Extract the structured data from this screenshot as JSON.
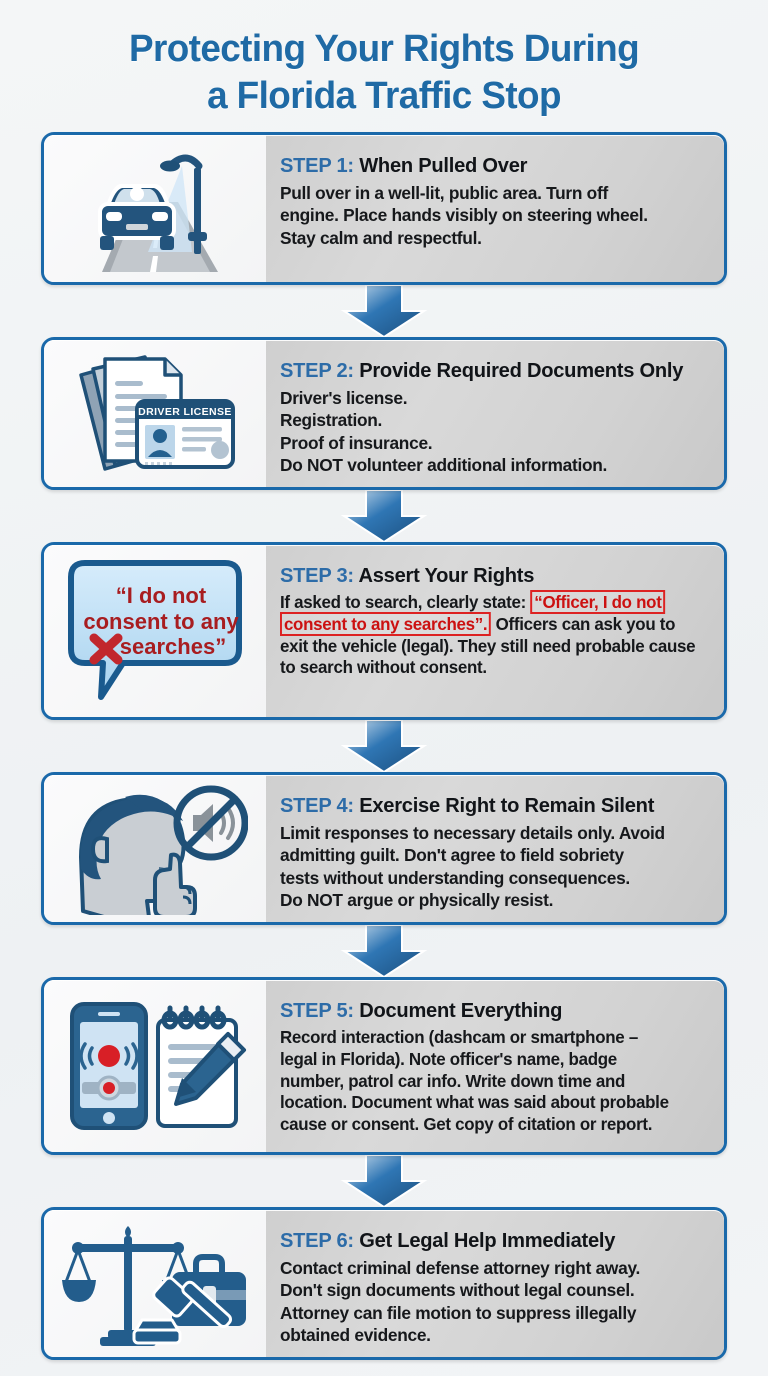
{
  "title": {
    "line1": "Protecting Your Rights During",
    "line2": "a Florida Traffic Stop",
    "color": "#1f6aa5"
  },
  "theme": {
    "border_blue": "#1a69aa",
    "step_label_blue": "#2d6ca8",
    "icon_dark_blue": "#1f5077",
    "accent_red": "#cc1111",
    "page_background": "#f2f4f6",
    "text_panel_grey": "#d5d5d5"
  },
  "steps": [
    {
      "label": "STEP 1:",
      "title": "When Pulled Over",
      "icon": "car-streetlight-road-icon",
      "body_text": "Pull over in a well-lit, public area. Turn off engine. Place hands visibly on steering wheel. Stay calm and respectful.",
      "body_lines": [
        "Pull over in a well-lit, public area. Turn off",
        "engine. Place hands visibly on steering wheel.",
        "Stay calm and respectful."
      ]
    },
    {
      "label": "STEP 2:",
      "title": "Provide Required Documents Only",
      "icon": "documents-driver-license-icon",
      "license_card_text": "DRIVER LICENSE",
      "body_text": "Driver's license. Registration. Proof of insurance. Do NOT volunteer additional information.",
      "body_lines": [
        "Driver's license.",
        "Registration.",
        "Proof of insurance.",
        "Do NOT volunteer additional information."
      ]
    },
    {
      "label": "STEP 3:",
      "title": "Assert Your Rights",
      "icon": "speech-bubble-no-consent-icon",
      "bubble_lines": [
        "“I do not",
        "consent to any",
        "searches”"
      ],
      "bubble_mark": "✖",
      "body_prefix": "If asked to search, clearly state: ",
      "body_highlight": "“Officer, I do not consent to any searches”.",
      "body_suffix": " Officers can ask you to exit the vehicle (legal). They still need probable cause to search without consent."
    },
    {
      "label": "STEP 4:",
      "title": "Exercise Right to Remain Silent",
      "icon": "silent-head-mute-icon",
      "body_text": "Limit responses to necessary details only. Avoid admitting guilt. Don't agree to field sobriety tests without understanding consequences. Do NOT argue or physically resist.",
      "body_lines": [
        "Limit responses to necessary details only. Avoid",
        "admitting guilt. Don't agree to field sobriety",
        "tests without understanding consequences.",
        "Do NOT argue or physically resist."
      ]
    },
    {
      "label": "STEP 5:",
      "title": "Document Everything",
      "icon": "smartphone-recording-notepad-icon",
      "body_text": "Record interaction (dashcam or smartphone - legal in Florida). Note officer's name, badge number, patrol car info. Write down time and location. Document what was said about probable cause or consent. Get copy of citation or report.",
      "body_lines": [
        "Record interaction (dashcam or smartphone –",
        "legal in Florida). Note officer's name, badge",
        "number, patrol car info. Write down time and",
        "location. Document what was said about probable",
        "cause or consent. Get copy of citation or report."
      ]
    },
    {
      "label": "STEP 6:",
      "title": "Get Legal Help Immediately",
      "icon": "scales-gavel-briefcase-icon",
      "body_text": "Contact criminal defense attorney right away. Don't sign documents without legal counsel. Attorney can file motion to suppress illegally obtained evidence.",
      "body_lines": [
        "Contact criminal defense attorney right away.",
        "Don't sign documents without legal counsel.",
        "Attorney can file motion to suppress illegally",
        "obtained evidence."
      ]
    }
  ]
}
